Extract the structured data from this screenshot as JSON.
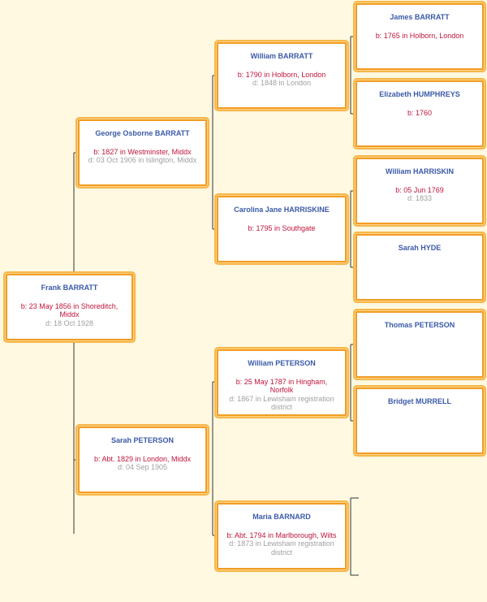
{
  "tree": {
    "persons": [
      {
        "id": "p1",
        "name": "Frank BARRATT",
        "birth": "b: 23 May 1856 in Shoreditch, Middx",
        "death": "d: 18 Oct 1928"
      },
      {
        "id": "p2",
        "name": "George Osborne BARRATT",
        "birth": "b: 1827 in Westminster, Middx",
        "death": "d: 03 Oct 1906 in Islington, Middx"
      },
      {
        "id": "p3",
        "name": "Sarah PETERSON",
        "birth": "b: Abt. 1829 in London, Middx",
        "death": "d: 04 Sep 1905"
      },
      {
        "id": "p4",
        "name": "William BARRATT",
        "birth": "b: 1790 in Holborn, London",
        "death": "d: 1848 in London"
      },
      {
        "id": "p5",
        "name": "Carolina Jane HARRISKINE",
        "birth": "b: 1795 in Southgate",
        "death": ""
      },
      {
        "id": "p6",
        "name": "William PETERSON",
        "birth": "b: 25 May 1787 in Hingham, Norfolk",
        "death": "d: 1867 in Lewisham registration district"
      },
      {
        "id": "p7",
        "name": "Maria BARNARD",
        "birth": "b: Abt. 1794 in Marlborough, Wilts",
        "death": "d: 1873 in Lewisham registration district"
      },
      {
        "id": "p8",
        "name": "James BARRATT",
        "birth": "b: 1765 in Holborn, London",
        "death": ""
      },
      {
        "id": "p9",
        "name": "Elizabeth HUMPHREYS",
        "birth": "b: 1760",
        "death": ""
      },
      {
        "id": "p10",
        "name": "William HARRISKIN",
        "birth": "b: 05 Jun 1769",
        "death": "d: 1833"
      },
      {
        "id": "p11",
        "name": "Sarah HYDE",
        "birth": "",
        "death": ""
      },
      {
        "id": "p12",
        "name": "Thomas PETERSON",
        "birth": "",
        "death": ""
      },
      {
        "id": "p13",
        "name": "Bridget MURRELL",
        "birth": "",
        "death": ""
      }
    ]
  },
  "colors": {
    "background": "#fff9e1",
    "box_border": "#f29c22",
    "name_text": "#3a5aa8",
    "birth_text": "#c0143c",
    "death_text": "#a0a0a0",
    "connector": "#333333"
  }
}
